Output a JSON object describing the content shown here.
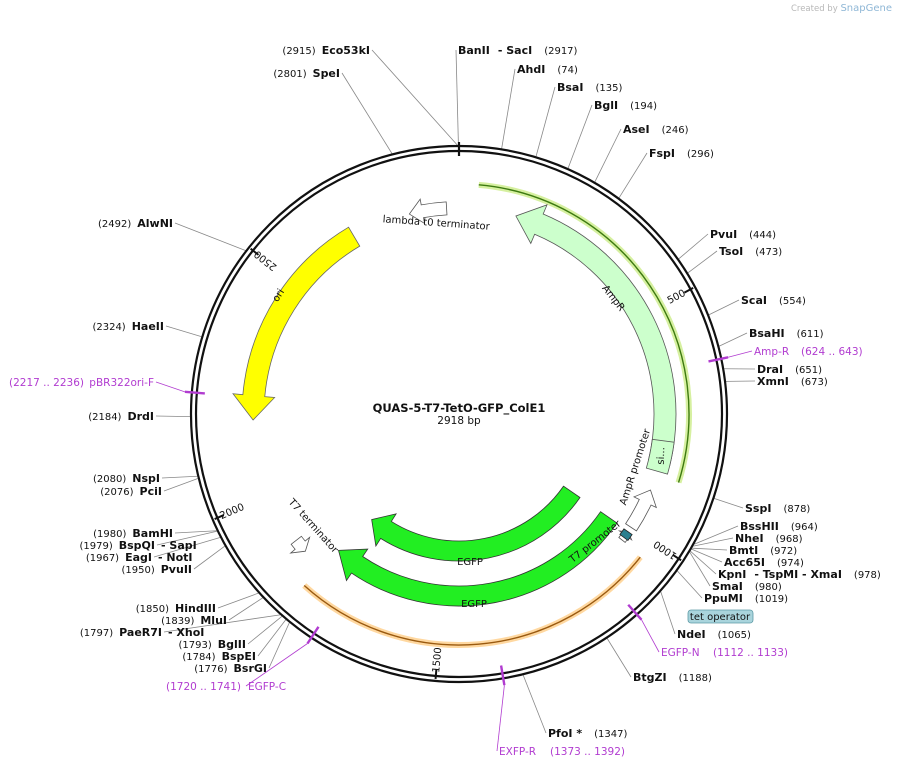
{
  "brand": {
    "created_by": "Created by",
    "app": "SnapGene"
  },
  "plasmid": {
    "name": "QUAS-5-T7-TetO-GFP_ColE1",
    "length_label": "2918 bp",
    "length": 2918
  },
  "ticks": [
    {
      "pos": 500,
      "label": "500"
    },
    {
      "pos": 1000,
      "label": "1000"
    },
    {
      "pos": 1500,
      "label": "1500"
    },
    {
      "pos": 2000,
      "label": "2000"
    },
    {
      "pos": 2500,
      "label": "2500"
    }
  ],
  "features": [
    {
      "name": "AmpR promoter",
      "label": "AmpR promoter",
      "start": 1000,
      "end": 890,
      "color": "#ffffff",
      "kind": "arrow"
    },
    {
      "name": "AmpR",
      "label": "AmpR",
      "start": 860,
      "end": 130,
      "color": "#ccffcc",
      "kind": "arrow"
    },
    {
      "name": "signal",
      "label": "si...",
      "start": 860,
      "end": 790,
      "color": "#ccffcc",
      "kind": "box"
    },
    {
      "name": "lambda t0 terminator",
      "label": "lambda t0 terminator",
      "start": 2890,
      "end": 2800,
      "color": "#ffffff",
      "kind": "arrow"
    },
    {
      "name": "ori",
      "label": "ori",
      "start": 2680,
      "end": 2170,
      "color": "#ffff00",
      "kind": "arrow"
    },
    {
      "name": "T7 terminator",
      "label": "T7 terminator",
      "start": 1880,
      "end": 1840,
      "color": "#ffffff",
      "kind": "arrow"
    },
    {
      "name": "T7 promoter",
      "label": "T7 promoter",
      "start": 1030,
      "end": 1000,
      "color": "#ffffff",
      "kind": "arrow"
    },
    {
      "name": "tet operator",
      "label": "tet operator",
      "start": 1035,
      "end": 1020,
      "color": "#2a7f8f",
      "kind": "box"
    },
    {
      "name": "EGFP inner",
      "label": "EGFP",
      "start": 1090,
      "end": 1790,
      "color": "#22ee22",
      "kind": "arrow_ccw"
    },
    {
      "name": "EGFP outer",
      "label": "EGFP",
      "start": 1080,
      "end": 1800,
      "color": "#22ee22",
      "kind": "arrow_ccw"
    }
  ],
  "sites": [
    {
      "name": "Eco53kI",
      "pos": 2915
    },
    {
      "name": "BanII",
      "extra": "- SacI",
      "pos": 2917
    },
    {
      "name": "SpeI",
      "pos": 2801
    },
    {
      "name": "AhdI",
      "pos": 74
    },
    {
      "name": "BsaI",
      "pos": 135
    },
    {
      "name": "BglI",
      "pos": 194
    },
    {
      "name": "AseI",
      "pos": 246
    },
    {
      "name": "FspI",
      "pos": 296
    },
    {
      "name": "AlwNI",
      "pos": 2492
    },
    {
      "name": "PvuI",
      "pos": 444
    },
    {
      "name": "TsoI",
      "pos": 473
    },
    {
      "name": "ScaI",
      "pos": 554
    },
    {
      "name": "BsaHI",
      "pos": 611
    },
    {
      "name": "DraI",
      "pos": 651
    },
    {
      "name": "XmnI",
      "pos": 673
    },
    {
      "name": "HaeII",
      "pos": 2324
    },
    {
      "name": "DrdI",
      "pos": 2184
    },
    {
      "name": "NspI",
      "pos": 2080
    },
    {
      "name": "PciI",
      "pos": 2076
    },
    {
      "name": "BamHI",
      "pos": 1980
    },
    {
      "name": "BspQI",
      "extra": "- SapI",
      "pos": 1979
    },
    {
      "name": "EagI",
      "extra": "- NotI",
      "pos": 1967
    },
    {
      "name": "PvuII",
      "pos": 1950
    },
    {
      "name": "SspI",
      "pos": 878
    },
    {
      "name": "BssHII",
      "pos": 964
    },
    {
      "name": "NheI",
      "pos": 968
    },
    {
      "name": "BmtI",
      "pos": 972
    },
    {
      "name": "Acc65I",
      "pos": 974
    },
    {
      "name": "KpnI",
      "extra": "- TspMI  - XmaI",
      "pos": 978
    },
    {
      "name": "SmaI",
      "pos": 980
    },
    {
      "name": "PpuMI",
      "pos": 1019
    },
    {
      "name": "NdeI",
      "pos": 1065
    },
    {
      "name": "BtgZI",
      "pos": 1188
    },
    {
      "name": "PfoI *",
      "pos": 1347
    },
    {
      "name": "HindIII",
      "pos": 1850
    },
    {
      "name": "MluI",
      "pos": 1839
    },
    {
      "name": "PaeR7I",
      "extra": "- XhoI",
      "pos": 1797
    },
    {
      "name": "BglII",
      "pos": 1793
    },
    {
      "name": "BspEI",
      "pos": 1784
    },
    {
      "name": "BsrGI",
      "pos": 1776
    }
  ],
  "primers": [
    {
      "name": "Amp-R",
      "range": "(624 .. 643)",
      "pos": 633
    },
    {
      "name": "pBR322ori-F",
      "range": "(2217 .. 2236)",
      "pos": 2226
    },
    {
      "name": "EGFP-N",
      "range": "(1112 .. 1133)",
      "pos": 1122
    },
    {
      "name": "EXFP-R",
      "range": "(1373 .. 1392)",
      "pos": 1382
    },
    {
      "name": "EGFP-C",
      "range": "(1720 .. 1741)",
      "pos": 1730
    }
  ],
  "colors": {
    "backbone": "#111111",
    "site_line": "#777777",
    "primer": "#b13cd0",
    "ampr_highlight": "#79b82f",
    "egfp_highlight": "#f0b060"
  }
}
